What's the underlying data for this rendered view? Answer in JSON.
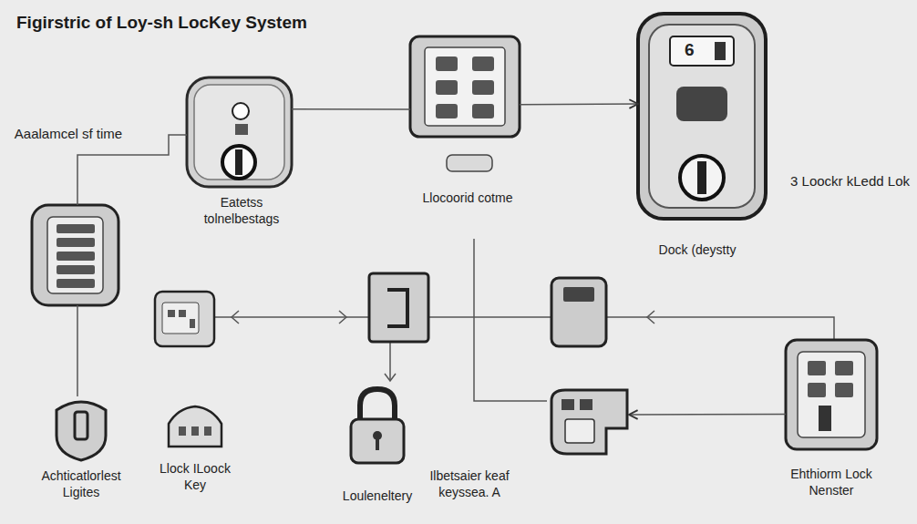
{
  "diagram": {
    "title": "Figirstric of Loy-sh LocKey System",
    "nodes": [
      {
        "text": [
          "Eatetss tolnelbestags"
        ]
      },
      {
        "text": [
          "Llocoorid cotme"
        ]
      },
      {
        "text": [
          "Dock (deystty"
        ]
      },
      {
        "text": [
          "Aaalamcel sf time"
        ]
      },
      {
        "text": [
          "Achticatlorlest Ligites"
        ]
      },
      {
        "text": [
          "Llock ILoock Key"
        ]
      },
      {
        "text": [
          "Louleneltery"
        ]
      },
      {
        "text": [
          "Ilbetsaier keaf keyssea. A"
        ]
      },
      {
        "text": [
          "Ehthiorm Lock Nenster"
        ]
      }
    ],
    "edges": [
      {
        "from": 3,
        "to": 0,
        "arrow": "none"
      },
      {
        "from": 0,
        "to": 1,
        "arrow": "none"
      },
      {
        "from": 1,
        "to": 2,
        "arrow": "to"
      },
      {
        "from": 3,
        "to": 4,
        "arrow": "none"
      },
      {
        "from": 8,
        "to": 7,
        "arrow": "to"
      }
    ],
    "labels": [
      "3 Loockr kLedd Lok",
      "6"
    ]
  }
}
